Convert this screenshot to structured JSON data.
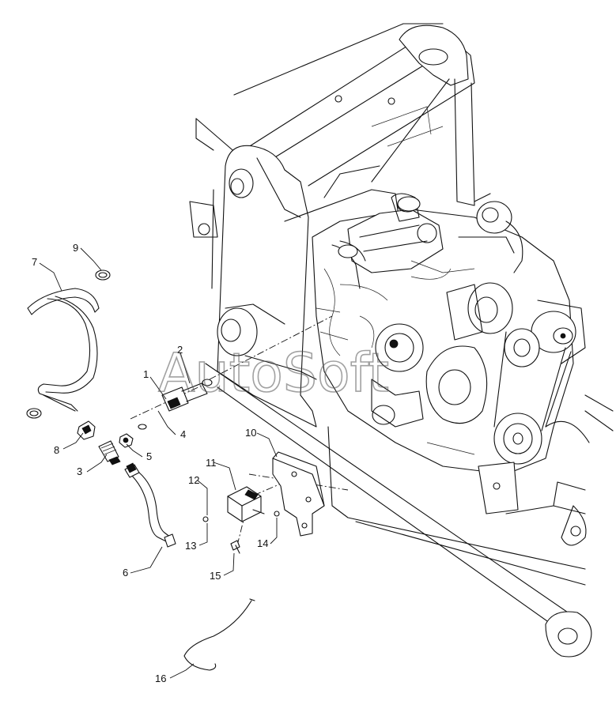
{
  "watermark": "AutoSoft",
  "callouts": [
    "1",
    "2",
    "3",
    "4",
    "5",
    "6",
    "7",
    "8",
    "9",
    "10",
    "11",
    "12",
    "13",
    "14",
    "15",
    "16"
  ]
}
